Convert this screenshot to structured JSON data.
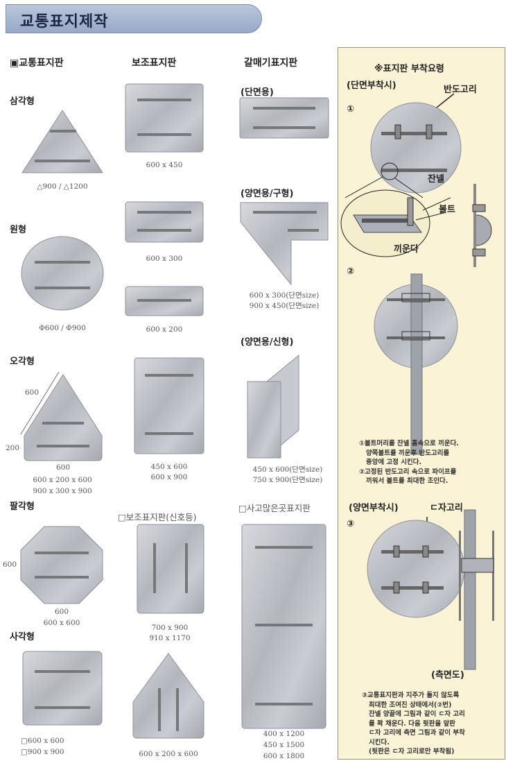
{
  "title": "교통표지제작",
  "columns": {
    "main": "▣교통표지판",
    "aux": "보조표지판",
    "flag": "갈매기표지판"
  },
  "main_signs": {
    "triangle": {
      "label": "삼각형",
      "size": "△900 / △1200"
    },
    "circle": {
      "label": "원형",
      "size": "Φ600 / Φ900"
    },
    "pentagon": {
      "label": "오각형",
      "dim_side": "600",
      "dim_height": "200",
      "dim_base": "600",
      "sizes": [
        "600 x 200 x 600",
        "900 x 300 x 900"
      ]
    },
    "octagon": {
      "label": "팔각형",
      "dim_side": "600",
      "dim_base": "600",
      "size": "600 x 600"
    },
    "square": {
      "label": "사각형",
      "sizes": [
        "□600 x 600",
        "□900 x 900"
      ]
    }
  },
  "aux_signs": {
    "sizes": [
      "600 x 450",
      "600 x 300",
      "600 x 200"
    ],
    "tall_sizes": [
      "450 x 600",
      "600 x 900"
    ],
    "signal_heading": "□보조표지판(신호등)",
    "signal_sizes": [
      "700 x  900",
      "910 x 1170"
    ],
    "pent_size": "600 x 200 x 600"
  },
  "flag_signs": {
    "single": "(단면용)",
    "double_old": "(양면용/구형)",
    "double_old_sizes": [
      "600 x 300(단면size)",
      "900 x 450(단면size)"
    ],
    "double_new": "(양면용/신형)",
    "double_new_sizes": [
      "450 x 600(단면size)",
      "750 x 900(단면size)"
    ],
    "accident_heading": "□사고많은곳표지판",
    "accident_sizes": [
      "400 x 1200",
      "450 x 1500",
      "600 x 1800"
    ]
  },
  "panel": {
    "title": "※표지판 부착요령",
    "single_heading": "(단면부착시)",
    "num1": "①",
    "num2": "②",
    "num3": "③",
    "bando": "반도고리",
    "channel": "잔넬",
    "bolt": "볼트",
    "insert": "끼운다",
    "steps12": [
      "①볼트머리를 잔넬 홈속으로 끼운다.",
      "양쪽볼트를 끼운후 반도고리를",
      "중앙에 고정 시킨다.",
      "②고정된 반도고리 속으로 파이프를",
      "끼워서 볼트를 최대한 조인다."
    ],
    "double_heading": "(양면부착시)",
    "d_ring": "ㄷ자고리",
    "side_view": "(측면도)",
    "step3": [
      "③교통표지판과 지주가 돌지 않도록",
      "최대한 조여진 상태에서(②번)",
      "잔넬 양끝에 그림과 같이 ㄷ자 고리",
      "를 꽉 채운다. 다음 뒷판을 앞판",
      "ㄷ자 고리에 측면 그림과 같이 부착",
      "시킨다.",
      "(뒷판은 ㄷ자 고리로만 부착됨)"
    ]
  },
  "colors": {
    "banner": "#a6b5cf",
    "panel": "#faf3d6",
    "sign": "#b9bcc2"
  }
}
